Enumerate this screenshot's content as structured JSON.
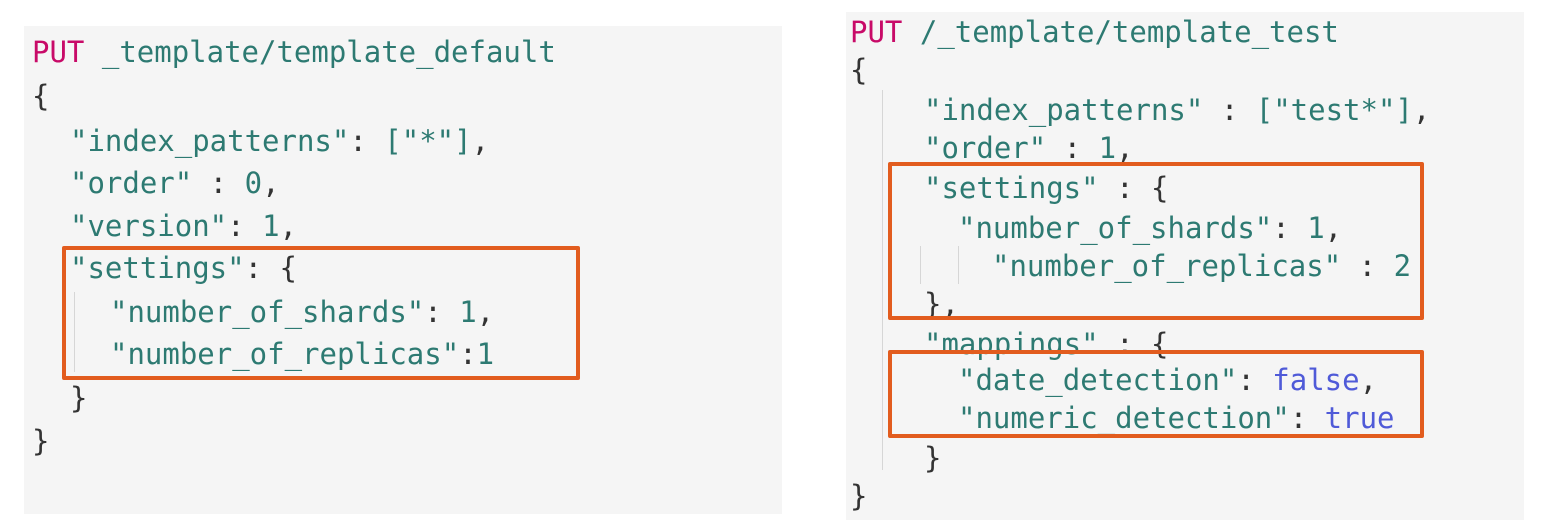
{
  "left": {
    "method": "PUT",
    "path": "_template/template_default",
    "open_brace": "{",
    "index_patterns_key": "\"index_patterns\"",
    "index_patterns_value": "[\"*\"]",
    "order_key": "\"order\"",
    "order_value": "0",
    "version_key": "\"version\"",
    "version_value": "1",
    "settings_key": "\"settings\"",
    "shards_key": "\"number_of_shards\"",
    "shards_value": "1",
    "replicas_key": "\"number_of_replicas\"",
    "replicas_value": "1",
    "inner_close": "}",
    "close_brace": "}"
  },
  "right": {
    "method": "PUT",
    "path": "/_template/template_test",
    "open_brace": "{",
    "index_patterns_key": "\"index_patterns\"",
    "index_patterns_value": "[\"test*\"]",
    "order_key": "\"order\"",
    "order_value": "1",
    "settings_key": "\"settings\"",
    "shards_key": "\"number_of_shards\"",
    "shards_value": "1",
    "replicas_key": "\"number_of_replicas\"",
    "replicas_value": "2",
    "settings_close": "},",
    "mappings_key": "\"mappings\"",
    "date_detection_key": "\"date_detection\"",
    "date_detection_value": "false",
    "numeric_detection_key": "\"numeric_detection\"",
    "numeric_detection_value": "true",
    "mappings_close": "}",
    "close_brace": "}"
  },
  "colors": {
    "highlight": "#e25c1e",
    "method": "#c80a68",
    "key": "#2d7a72",
    "boolean": "#4f5ad8",
    "background": "#f5f5f5"
  }
}
